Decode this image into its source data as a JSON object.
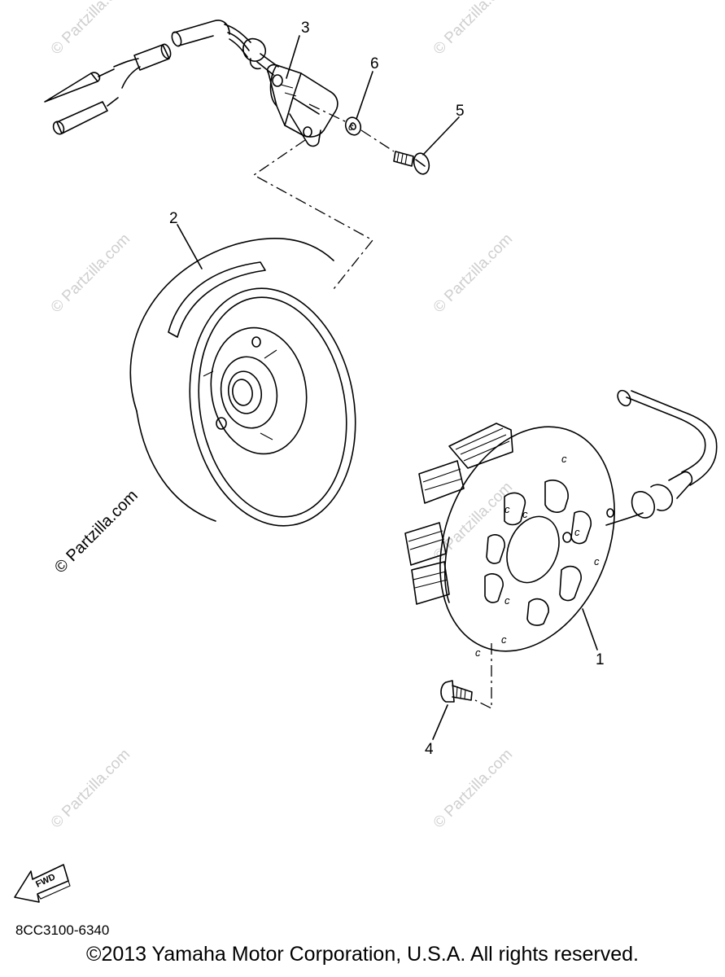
{
  "watermark_text": "© Partzilla.com",
  "fwd_label": "FWD",
  "callouts": {
    "c1": "1",
    "c2": "2",
    "c3": "3",
    "c4": "4",
    "c5": "5",
    "c6": "6"
  },
  "stator_marks": [
    "c",
    "c",
    "c",
    "c",
    "c",
    "c",
    "c",
    "c"
  ],
  "washer_mark": "c",
  "part_code": "8CC3100-6340",
  "copyright": "©2013 Yamaha Motor Corporation, U.S.A. All rights reserved."
}
